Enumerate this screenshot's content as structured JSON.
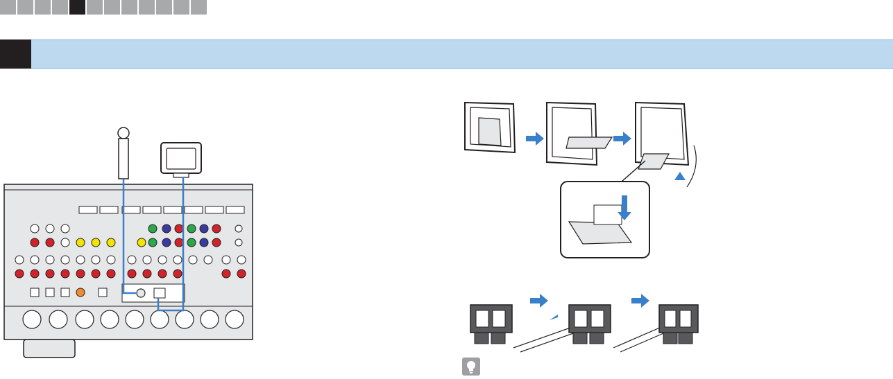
{
  "header": {
    "progress_steps": 12,
    "active_step_index": 4,
    "section_title": ""
  },
  "colors": {
    "accent_blue": "#3a7fc9",
    "section_bar": "#bcd9f0",
    "cable_blue": "#3a7fc9",
    "dark": "#231f20",
    "gray_panel": "#e6e7e8"
  },
  "icons": {
    "fm_antenna": "fm-antenna-icon",
    "am_antenna": "am-antenna-icon",
    "receiver_panel": "receiver-rear-panel",
    "arrow": "arrow-right-icon",
    "hint": "lightbulb-icon"
  }
}
